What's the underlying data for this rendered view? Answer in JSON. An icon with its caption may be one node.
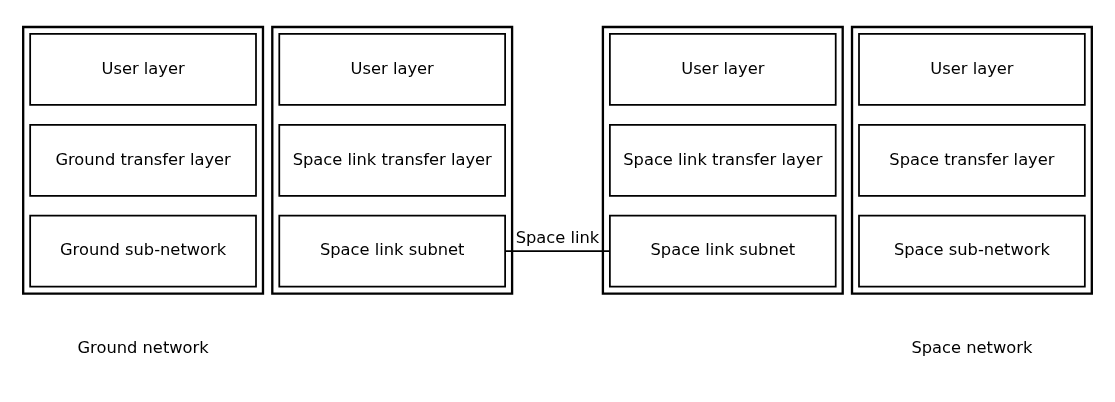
{
  "diagram": {
    "nodes": [
      {
        "text": [],
        "shape": "box",
        "beside": [
          "Ground network"
        ]
      },
      {
        "text": [
          "User layer"
        ],
        "in": 0
      },
      {
        "text": [
          "Ground transfer layer"
        ],
        "in": 0
      },
      {
        "text": [
          "Ground sub-network"
        ],
        "in": 0
      },
      {
        "text": [],
        "shape": "box"
      },
      {
        "text": [
          "User layer"
        ],
        "in": 4
      },
      {
        "text": [
          "Space link transfer layer"
        ],
        "in": 4
      },
      {
        "text": [
          "Space link subnet"
        ],
        "in": 4
      },
      {
        "text": [],
        "shape": "box"
      },
      {
        "text": [
          "User layer"
        ],
        "in": 8
      },
      {
        "text": [
          "Space link transfer layer"
        ],
        "in": 8
      },
      {
        "text": [
          "Space link subnet"
        ],
        "in": 8
      },
      {
        "text": [],
        "shape": "box",
        "beside": [
          "Space network"
        ]
      },
      {
        "text": [
          "User layer"
        ],
        "in": 12
      },
      {
        "text": [
          "Space transfer layer"
        ],
        "in": 12
      },
      {
        "text": [
          "Space sub-network"
        ],
        "in": 12
      }
    ],
    "edges": [
      {
        "from": 7,
        "to": 11,
        "arrow": "none",
        "label": "Space link"
      }
    ]
  }
}
